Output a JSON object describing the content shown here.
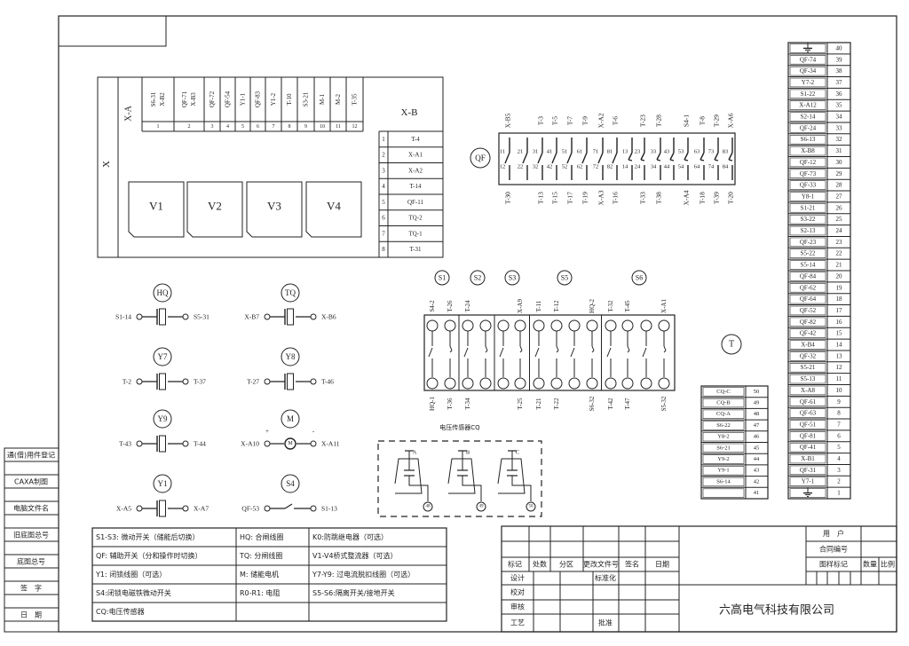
{
  "sidebar_strip": [
    "通(借)用件登记",
    "CAXA制图",
    "电脑文件名",
    "旧底图总号",
    "底图总号",
    "签　字",
    "日　期"
  ],
  "board": {
    "x_label": "X",
    "xa_label": "X-A",
    "xb_label": "X-B",
    "xa_terminals": [
      {
        "n": "1",
        "labels": [
          "S6-31",
          "X-B2"
        ]
      },
      {
        "n": "2",
        "labels": [
          "QF-71",
          "X-B3"
        ]
      },
      {
        "n": "3",
        "labels": [
          "QF-72"
        ]
      },
      {
        "n": "4",
        "labels": [
          "QF-54"
        ]
      },
      {
        "n": "5",
        "labels": [
          "Y1-1"
        ]
      },
      {
        "n": "6",
        "labels": [
          "QF-83"
        ]
      },
      {
        "n": "7",
        "labels": [
          "Y1-2"
        ]
      },
      {
        "n": "8",
        "labels": [
          "T-10"
        ]
      },
      {
        "n": "9",
        "labels": [
          "S3-21"
        ]
      },
      {
        "n": "10",
        "labels": [
          "M-1"
        ]
      },
      {
        "n": "11",
        "labels": [
          "M-2"
        ]
      },
      {
        "n": "12",
        "labels": [
          "T-35"
        ]
      }
    ],
    "xb_terminals": [
      {
        "n": "1",
        "label": "T-4"
      },
      {
        "n": "2",
        "label": "X-A1"
      },
      {
        "n": "3",
        "label": "X-A2"
      },
      {
        "n": "4",
        "label": "T-14"
      },
      {
        "n": "5",
        "label": "QF-11"
      },
      {
        "n": "6",
        "label": "TQ-2"
      },
      {
        "n": "7",
        "label": "TQ-1"
      },
      {
        "n": "8",
        "label": "T-31"
      }
    ],
    "rectifiers": [
      "V1",
      "V2",
      "V3",
      "V4"
    ]
  },
  "qf": {
    "label": "QF",
    "top": [
      "X-B5",
      "",
      "T-3",
      "T-5",
      "T-7",
      "T-9",
      "X-A2",
      "T-6",
      "",
      "T-23",
      "T-28",
      "",
      "S4-1",
      "T-8",
      "T-29",
      "X-A6"
    ],
    "contacts": [
      [
        "11",
        "12"
      ],
      [
        "21",
        "22"
      ],
      [
        "31",
        "32"
      ],
      [
        "41",
        "42"
      ],
      [
        "51",
        "52"
      ],
      [
        "61",
        "62"
      ],
      [
        "71",
        "72"
      ],
      [
        "81",
        "82"
      ],
      [
        "13",
        "14"
      ],
      [
        "23",
        "24"
      ],
      [
        "33",
        "34"
      ],
      [
        "43",
        "44"
      ],
      [
        "53",
        "54"
      ],
      [
        "63",
        "64"
      ],
      [
        "73",
        "74"
      ],
      [
        "83",
        "84"
      ]
    ],
    "bottom": [
      "T-30",
      "",
      "T-13",
      "T-15",
      "T-17",
      "T-19",
      "X-A3",
      "T-16",
      "",
      "T-33",
      "T-38",
      "",
      "X-A4",
      "T-18",
      "T-39",
      "T-20"
    ]
  },
  "switches": {
    "groups": [
      {
        "label": "S1",
        "cols": 2
      },
      {
        "label": "S2",
        "cols": 2
      },
      {
        "label": "S3",
        "cols": 2
      },
      {
        "label": "S5",
        "cols": 4
      },
      {
        "label": "S6",
        "cols": 4
      }
    ],
    "top": [
      "S4-2",
      "T-26",
      "T-24",
      "",
      "",
      "X-A9",
      "T-11",
      "T-12",
      "",
      "HQ-2",
      "T-32",
      "T-45",
      "",
      "X-A1"
    ],
    "bottom": [
      "HQ-1",
      "T-36",
      "T-34",
      "",
      "",
      "T-25",
      "T-21",
      "T-22",
      "",
      "S6-32",
      "T-42",
      "T-47",
      "",
      "S5-32"
    ]
  },
  "coils": [
    {
      "name": "HQ",
      "left": "S1-14",
      "right": "S5-31",
      "kind": "coil"
    },
    {
      "name": "TQ",
      "left": "X-B7",
      "right": "X-B6",
      "kind": "coil"
    },
    {
      "name": "Y7",
      "left": "T-2",
      "right": "T-37",
      "kind": "coil"
    },
    {
      "name": "Y8",
      "left": "T-27",
      "right": "T-46",
      "kind": "coil"
    },
    {
      "name": "Y9",
      "left": "T-43",
      "right": "T-44",
      "kind": "coil"
    },
    {
      "name": "M",
      "left": "X-A10",
      "right": "X-A11",
      "kind": "motor",
      "plus": "+",
      "minus": "-",
      "inner": "M"
    },
    {
      "name": "Y1",
      "left": "X-A5",
      "right": "X-A7",
      "kind": "coil"
    },
    {
      "name": "S4",
      "left": "QF-53",
      "right": "S1-13",
      "kind": "switch"
    }
  ],
  "t_label": "T",
  "terminal_strip": [
    {
      "n": "40",
      "icon": "ground"
    },
    {
      "n": "39",
      "label": "QF-74"
    },
    {
      "n": "38",
      "label": "QF-34"
    },
    {
      "n": "37",
      "label": "Y7-2"
    },
    {
      "n": "36",
      "label": "S1-22"
    },
    {
      "n": "35",
      "label": "X-A12"
    },
    {
      "n": "34",
      "label": "S2-14"
    },
    {
      "n": "33",
      "label": "QF-24"
    },
    {
      "n": "32",
      "label": "S6-13"
    },
    {
      "n": "31",
      "label": "X-B8"
    },
    {
      "n": "30",
      "label": "QF-12"
    },
    {
      "n": "29",
      "label": "QF-73"
    },
    {
      "n": "28",
      "label": "QF-33"
    },
    {
      "n": "27",
      "label": "Y8-1"
    },
    {
      "n": "26",
      "label": "S1-21"
    },
    {
      "n": "25",
      "label": "S3-22"
    },
    {
      "n": "24",
      "label": "S2-13"
    },
    {
      "n": "23",
      "label": "QF-23"
    },
    {
      "n": "22",
      "label": "S5-22"
    },
    {
      "n": "21",
      "label": "S5-14"
    },
    {
      "n": "20",
      "label": "QF-84"
    },
    {
      "n": "19",
      "label": "QF-62"
    },
    {
      "n": "18",
      "label": "QF-64"
    },
    {
      "n": "17",
      "label": "QF-52"
    },
    {
      "n": "16",
      "label": "QF-82"
    },
    {
      "n": "15",
      "label": "QF-42"
    },
    {
      "n": "14",
      "label": "X-B4"
    },
    {
      "n": "13",
      "label": "QF-32"
    },
    {
      "n": "12",
      "label": "S5-21"
    },
    {
      "n": "11",
      "label": "S5-13"
    },
    {
      "n": "10",
      "label": "X-A8"
    },
    {
      "n": "9",
      "label": "QF-61"
    },
    {
      "n": "8",
      "label": "QF-63"
    },
    {
      "n": "7",
      "label": "QF-51"
    },
    {
      "n": "6",
      "label": "QF-81"
    },
    {
      "n": "5",
      "label": "QF-41"
    },
    {
      "n": "4",
      "label": "X-B1"
    },
    {
      "n": "3",
      "label": "QF-31"
    },
    {
      "n": "2",
      "label": "Y7-1"
    },
    {
      "n": "1",
      "icon": "ground"
    }
  ],
  "cq_table": [
    {
      "label": "CQ-C",
      "n": "50"
    },
    {
      "label": "CQ-B",
      "n": "49"
    },
    {
      "label": "CQ-A",
      "n": "48"
    },
    {
      "label": "S6-22",
      "n": "47"
    },
    {
      "label": "Y8-2",
      "n": "46"
    },
    {
      "label": "S6-21",
      "n": "45"
    },
    {
      "label": "Y9-2",
      "n": "44"
    },
    {
      "label": "Y9-1",
      "n": "43"
    },
    {
      "label": "S6-14",
      "n": "42"
    },
    {
      "label": "",
      "n": "41"
    }
  ],
  "sensor": {
    "title": "电压传感器CQ",
    "phases": [
      {
        "label": "A",
        "terminal": "48"
      },
      {
        "label": "B",
        "terminal": "49"
      },
      {
        "label": "C",
        "terminal": "50"
      }
    ]
  },
  "legend": [
    [
      "S1-S3: 微动开关（储能后切换）",
      "HQ: 合闸线圈",
      "K0:防跳继电器（可选）"
    ],
    [
      "QF: 辅助开关（分和操作时切换）",
      "TQ: 分闸线圈",
      "V1-V4桥式整流器（可选）"
    ],
    [
      "Y1: 闭锁线圈（可选）",
      "M: 储能电机",
      "Y7-Y9: 过电流脱扣线圈（可选）"
    ],
    [
      "S4:闭锁电磁铁微动开关",
      "R0-R1: 电阻",
      "S5-S6:隔离开关/接地开关"
    ],
    [
      "CQ:电压传感器",
      "",
      ""
    ]
  ],
  "title_block": {
    "revision_headers": [
      "标记",
      "处数",
      "分区",
      "更改文件号",
      "签名",
      "日期"
    ],
    "roles": [
      "设计",
      "校对",
      "审核",
      "工艺"
    ],
    "standardization": "标准化",
    "approval": "批准",
    "user": "用　户",
    "contract_no": "合同编号",
    "drawing_mark": "图样标记",
    "quantity": "数量",
    "scale": "比例",
    "company": "六高电气科技有限公司"
  }
}
